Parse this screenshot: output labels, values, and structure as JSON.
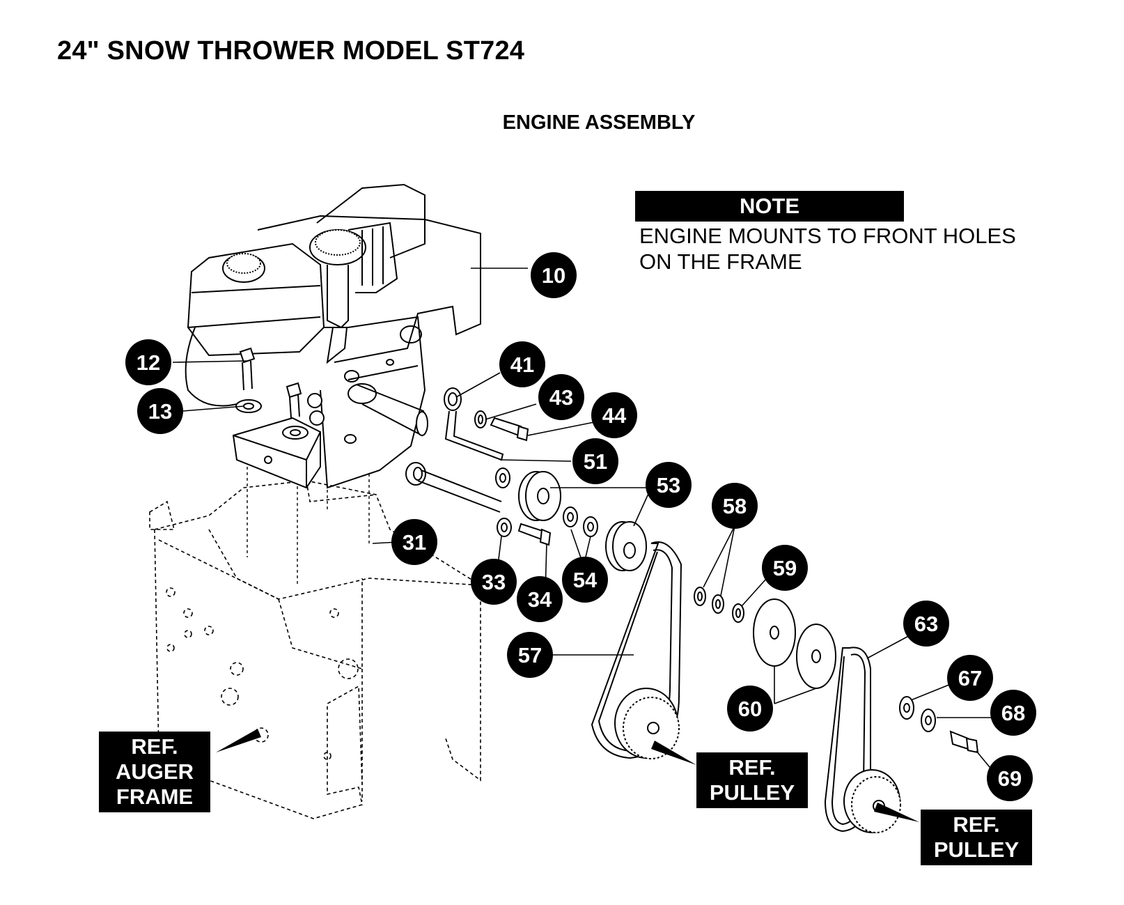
{
  "header": {
    "title": "24\" SNOW THROWER MODEL ST724",
    "subtitle": "ENGINE ASSEMBLY"
  },
  "note": {
    "heading": "NOTE",
    "line1": "ENGINE MOUNTS TO FRONT HOLES",
    "line2": "ON THE FRAME"
  },
  "callouts": [
    "10",
    "12",
    "13",
    "41",
    "43",
    "44",
    "51",
    "53",
    "31",
    "58",
    "59",
    "33",
    "34",
    "54",
    "57",
    "63",
    "67",
    "68",
    "60",
    "69"
  ],
  "refs": {
    "auger_frame": {
      "line1": "REF.",
      "line2": "AUGER",
      "line3": "FRAME"
    },
    "pulley_1": {
      "line1": "REF.",
      "line2": "PULLEY"
    },
    "pulley_2": {
      "line1": "REF.",
      "line2": "PULLEY"
    }
  }
}
